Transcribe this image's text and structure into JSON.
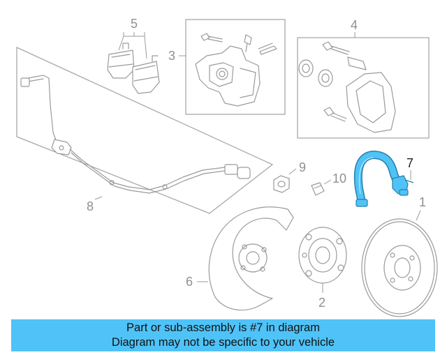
{
  "diagram": {
    "highlight_color": "#4fc3f7",
    "callouts": [
      {
        "id": "c1",
        "text": "1"
      },
      {
        "id": "c2",
        "text": "2"
      },
      {
        "id": "c3",
        "text": "3"
      },
      {
        "id": "c4",
        "text": "4"
      },
      {
        "id": "c5",
        "text": "5"
      },
      {
        "id": "c6",
        "text": "6"
      },
      {
        "id": "c7",
        "text": "7"
      },
      {
        "id": "c8",
        "text": "8"
      },
      {
        "id": "c9",
        "text": "9"
      },
      {
        "id": "c10",
        "text": "10"
      }
    ]
  },
  "banner": {
    "line1": "Part or sub-assembly is #7 in diagram",
    "line2": "Diagram may not be specific to your vehicle"
  }
}
